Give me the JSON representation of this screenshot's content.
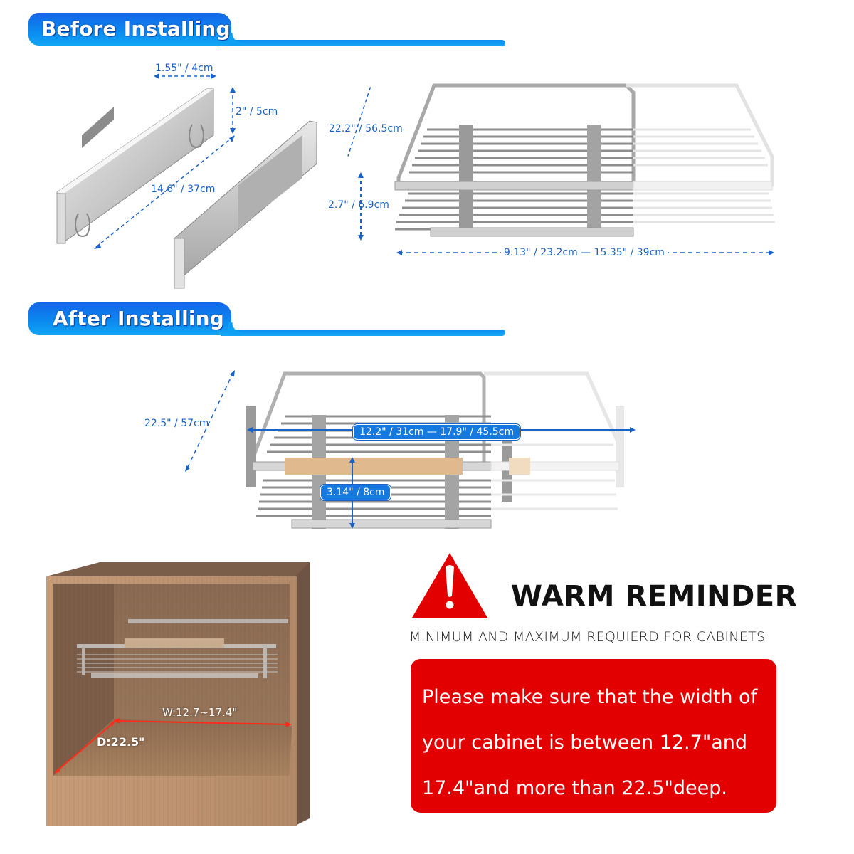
{
  "sections": {
    "before": {
      "title": "Before Installing"
    },
    "after": {
      "title": "After Installing"
    }
  },
  "colors": {
    "header_blue": "#0a8cf0",
    "dimension_blue": "#1a63c4",
    "warning_red": "#e30000",
    "measure_red": "#ff2a1a",
    "wood": "#a9846a"
  },
  "slide_rails": {
    "icon": "drawer-slide-rails",
    "dimensions": {
      "width": "1.55\" / 4cm",
      "height": "2\" / 5cm",
      "length": "14.6\" / 37cm"
    }
  },
  "basket_before": {
    "icon": "wire-basket-drawer",
    "dimensions": {
      "depth": "22.2\" / 56.5cm",
      "height": "2.7\" / 6.9cm",
      "width_range": "9.13\" / 23.2cm — 15.35\" / 39cm"
    }
  },
  "basket_after": {
    "icon": "wire-basket-installed",
    "dimensions": {
      "depth": "22.5\" / 57cm",
      "width_range": "12.2\" / 31cm — 17.9\" / 45.5cm",
      "height": "3.14\" / 8cm"
    }
  },
  "cabinet": {
    "icon": "wood-cabinet",
    "width_label": "W:12.7~17.4\"",
    "depth_label": "D:22.5\""
  },
  "reminder": {
    "icon": "warning-triangle",
    "title": "WARM REMINDER",
    "subtitle": "MINIMUM AND MAXIMUM REQUIERD FOR CABINETS",
    "message_lines": [
      "Please make sure that the width of",
      "your cabinet is between 12.7\"and",
      "17.4\"and more than 22.5\"deep."
    ]
  }
}
